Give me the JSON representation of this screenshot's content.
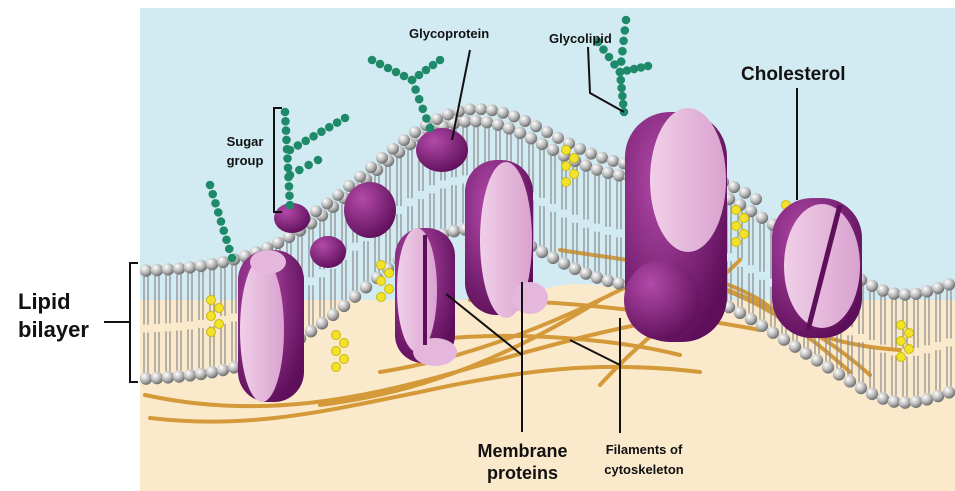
{
  "labels": {
    "glycoprotein": "Glycoprotein",
    "glycolipid": "Glycolipid",
    "cholesterol": "Cholesterol",
    "sugar_group_line1": "Sugar",
    "sugar_group_line2": "group",
    "lipid_bilayer_line1": "Lipid",
    "lipid_bilayer_line2": "bilayer",
    "membrane_proteins_line1": "Membrane",
    "membrane_proteins_line2": "proteins",
    "filaments_line1": "Filaments of",
    "filaments_line2": "cytoskeleton"
  },
  "colors": {
    "extracellular": "#d2ebf3",
    "cytoplasm": "#fbe9cc",
    "phospholipid_head": "#b8b8b8",
    "protein_dark": "#7d1f78",
    "protein_light": "#e6b7dc",
    "sugar_chain": "#1f8a6a",
    "cholesterol": "#f2e229",
    "filament": "#d49a3a"
  }
}
